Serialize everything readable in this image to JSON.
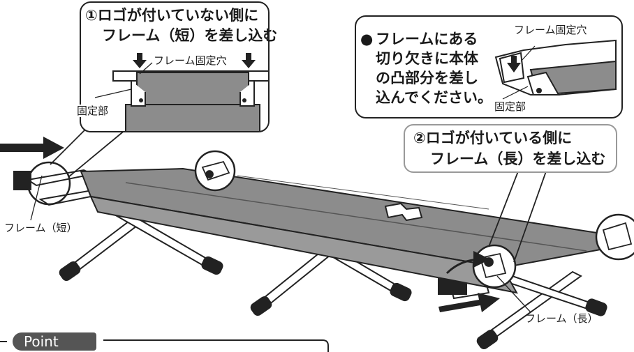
{
  "callout_left": {
    "line1": "①ロゴが付いていない側に",
    "line2": "フレーム（短）を差し込む",
    "hole_label": "フレーム固定穴",
    "part_label": "固定部"
  },
  "callout_right": {
    "bullet": "●",
    "lines": [
      "フレームにある",
      "切り欠きに本体",
      "の凸部分を差し",
      "込んでください。"
    ],
    "hole_label": "フレーム固定穴",
    "part_label": "固定部"
  },
  "callout_long": {
    "line1": "②ロゴが付いている側に",
    "line2": "フレーム（長）を差し込む"
  },
  "labels": {
    "frame_short": "フレーム（短）",
    "frame_long": "フレーム（長）"
  },
  "point": {
    "label": "Point"
  }
}
